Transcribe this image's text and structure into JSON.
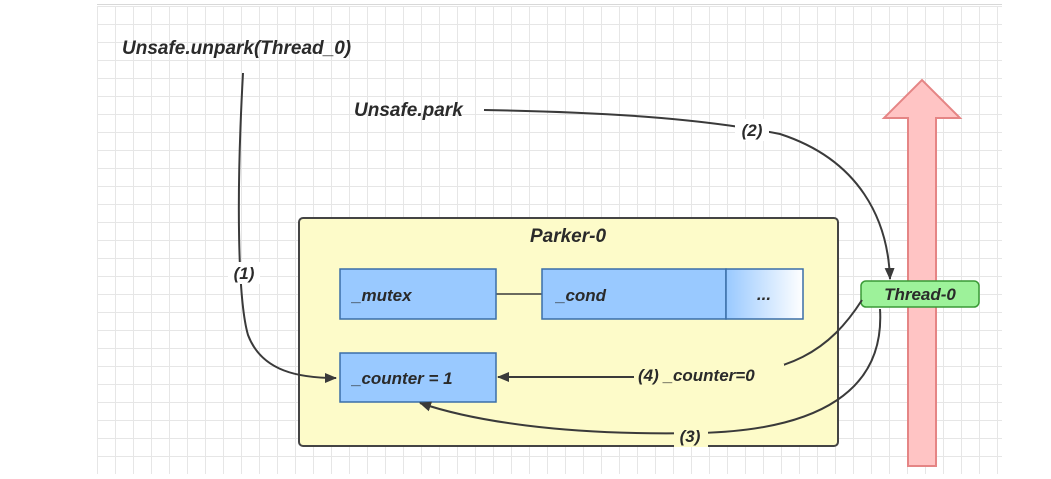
{
  "labels": {
    "unpark": "Unsafe.unpark(Thread_0)",
    "park": "Unsafe.park",
    "step1": "(1)",
    "step2": "(2)",
    "step3": "(3)",
    "step4": "(4) _counter=0"
  },
  "parker": {
    "title": "Parker-0",
    "mutex": "_mutex",
    "cond": "_cond",
    "more": "...",
    "counter": "_counter = 1"
  },
  "thread": {
    "label": "Thread-0"
  },
  "colors": {
    "parker_fill": "#fdfbc9",
    "parker_border": "#444444",
    "field_fill": "#99c9ff",
    "field_border": "#3b6ea8",
    "thread_fill": "#9df29a",
    "thread_border": "#3a9a36",
    "arrow_fill": "#ffc4c4",
    "arrow_border": "#e58585",
    "line": "#3a3a3a"
  }
}
